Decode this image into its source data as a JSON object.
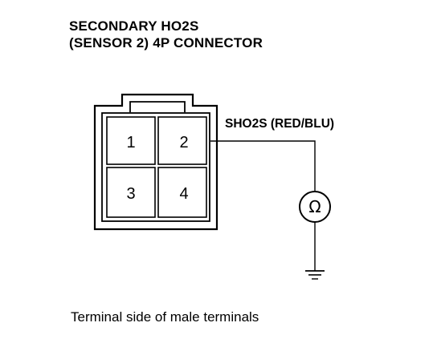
{
  "title": {
    "line1": "SECONDARY HO2S",
    "line2": "(SENSOR 2) 4P CONNECTOR"
  },
  "wire_label": "SHO2S (RED/BLU)",
  "caption": "Terminal side of male terminals",
  "connector": {
    "pins": [
      "1",
      "2",
      "3",
      "4"
    ]
  },
  "meter": {
    "symbol": "Ω"
  }
}
